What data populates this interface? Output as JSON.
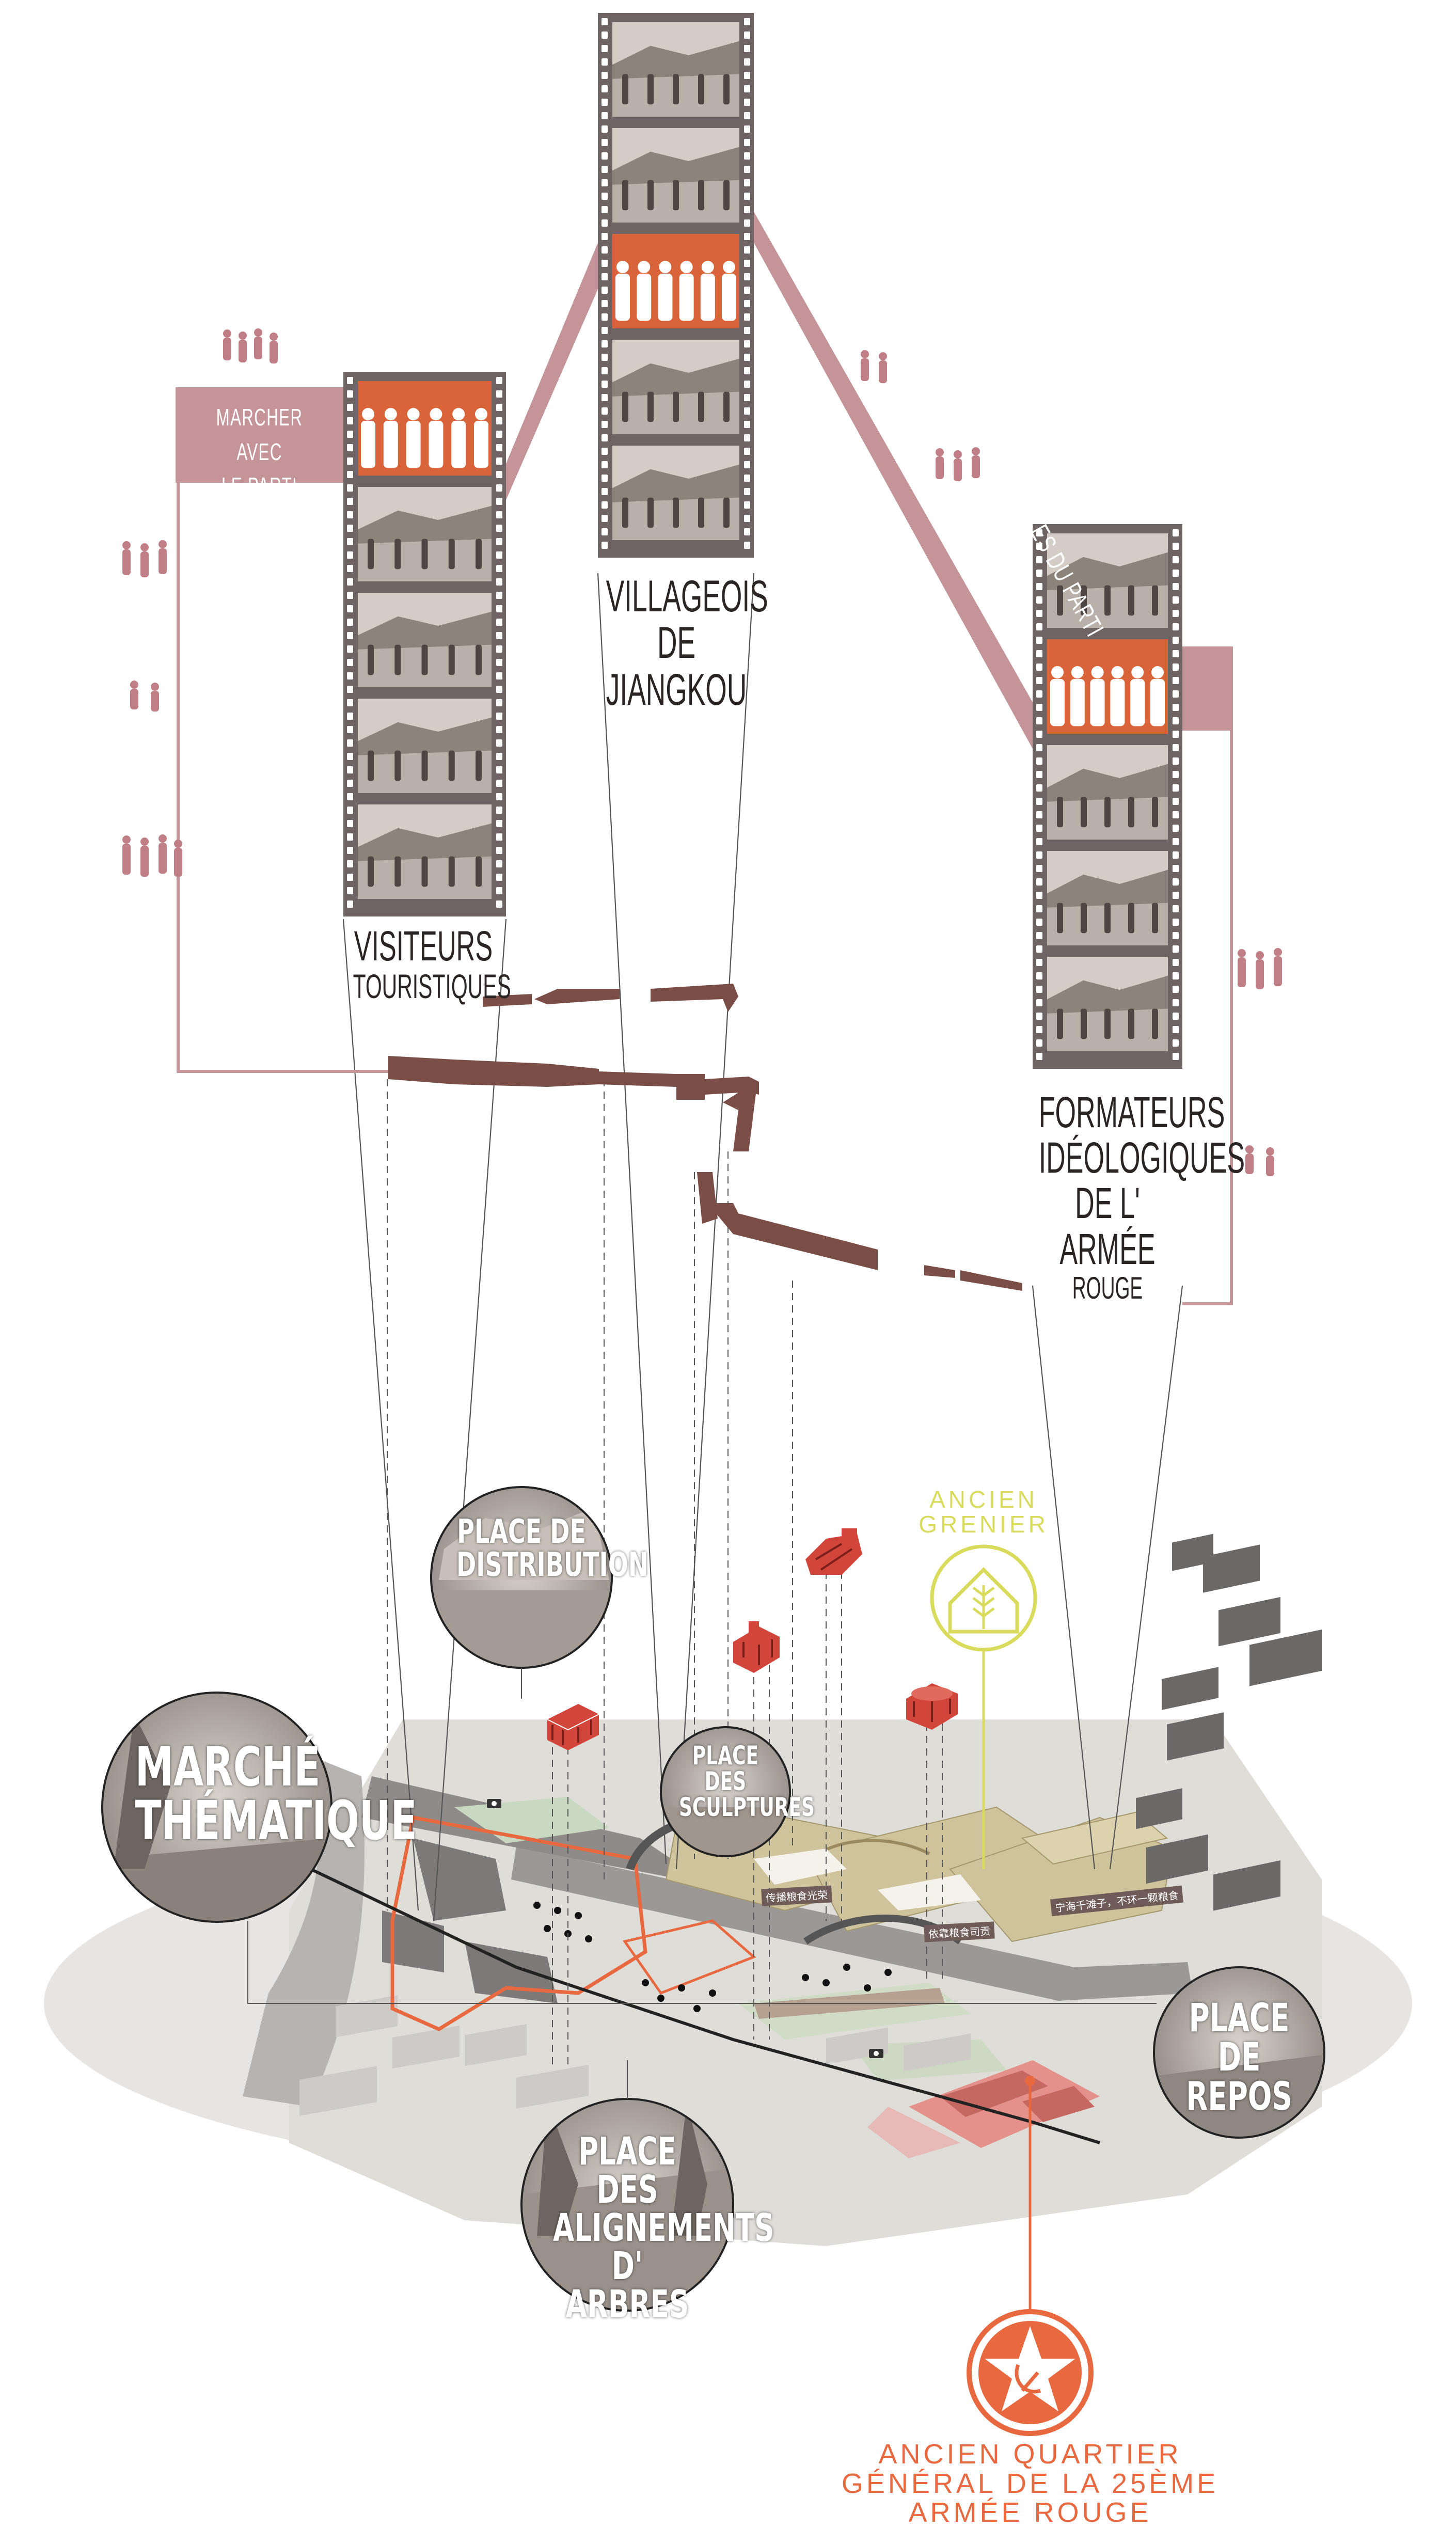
{
  "colors": {
    "accent_red": "#d9643a",
    "band_rose": "#c49498",
    "film_grey": "#6e6464",
    "grenier_yellow": "#d8db5c",
    "hq_orange": "#e8693f",
    "ground": "#e7e5e3",
    "wall_brown": "#7a4e46"
  },
  "groups": {
    "visiteurs": [
      "VISITEURS",
      "TOURISTIQUES"
    ],
    "villageois": [
      "VILLAGEOIS",
      "DE",
      "JIANGKOU"
    ],
    "formateurs": [
      "FORMATEURS",
      "IDÉOLOGIQUES",
      "DE L' ARMÉE",
      "ROUGE"
    ]
  },
  "bands": {
    "marcher_parti": [
      "MARCHER AVEC",
      "LE PARTI"
    ],
    "marcher_traces": "MARCHER SUR LES TRACES DU PARTI"
  },
  "places": {
    "distribution": [
      "PLACE DE",
      "DISTRIBUTION"
    ],
    "marche": [
      "MARCHÉ",
      "THÉMATIQUE"
    ],
    "sculptures": [
      "PLACE DES",
      "SCULPTURES"
    ],
    "repos": [
      "PLACE DE",
      "REPOS"
    ],
    "alignements": [
      "PLACE DES",
      "ALIGNEMENTS",
      "D' ARBRES"
    ]
  },
  "landmarks": {
    "grenier": [
      "ANCIEN",
      "GRENIER"
    ],
    "quartier_general": [
      "ANCIEN QUARTIER",
      "GÉNÉRAL DE LA 25ÈME",
      "ARMÉE ROUGE"
    ]
  },
  "signs": {
    "sign_1": "传播粮食光荣",
    "sign_2": "依靠粮食司贡",
    "sign_3": "宁海千滩子，不环一颗粮食"
  },
  "icons": [
    "wheat-house-icon",
    "red-star-icon",
    "hammer-sickle-icon",
    "camera-icon",
    "people-silhouette-icon"
  ]
}
